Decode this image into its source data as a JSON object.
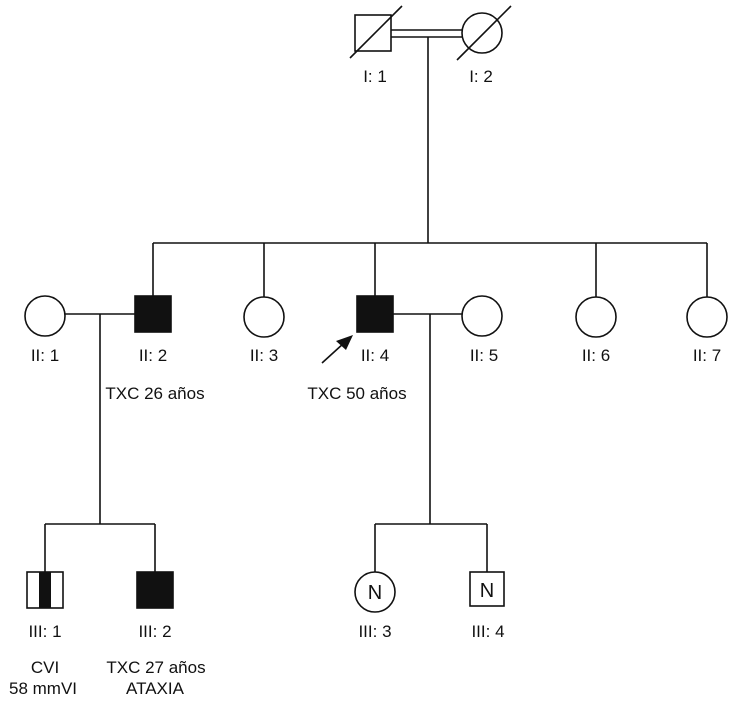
{
  "colors": {
    "ink": "#111111",
    "affected": "#111111",
    "background": "#ffffff"
  },
  "generation_1": {
    "i1": {
      "id": "I: 1",
      "sex": "male",
      "status": "deceased"
    },
    "i2": {
      "id": "I: 2",
      "sex": "female",
      "status": "deceased"
    },
    "union": "consanguineous"
  },
  "generation_2": {
    "ii1": {
      "id": "II: 1",
      "sex": "female"
    },
    "ii2": {
      "id": "II: 2",
      "sex": "male",
      "affected": true,
      "note": "TXC 26 años"
    },
    "ii3": {
      "id": "II: 3",
      "sex": "female"
    },
    "ii4": {
      "id": "II: 4",
      "sex": "male",
      "affected": true,
      "proband": true,
      "note": "TXC 50 años"
    },
    "ii5": {
      "id": "II: 5",
      "sex": "female"
    },
    "ii6": {
      "id": "II: 6",
      "sex": "female"
    },
    "ii7": {
      "id": "II: 7",
      "sex": "female"
    }
  },
  "generation_3": {
    "iii1": {
      "id": "III: 1",
      "sex": "male",
      "note_line1": "CVI",
      "note_line2": "58 mmVI"
    },
    "iii2": {
      "id": "III: 2",
      "sex": "male",
      "affected": true,
      "note_line1": "TXC 27 años",
      "note_line2": "ATAXIA"
    },
    "iii3": {
      "id": "III: 3",
      "sex": "female",
      "mark": "N"
    },
    "iii4": {
      "id": "III: 4",
      "sex": "male",
      "mark": "N"
    }
  }
}
